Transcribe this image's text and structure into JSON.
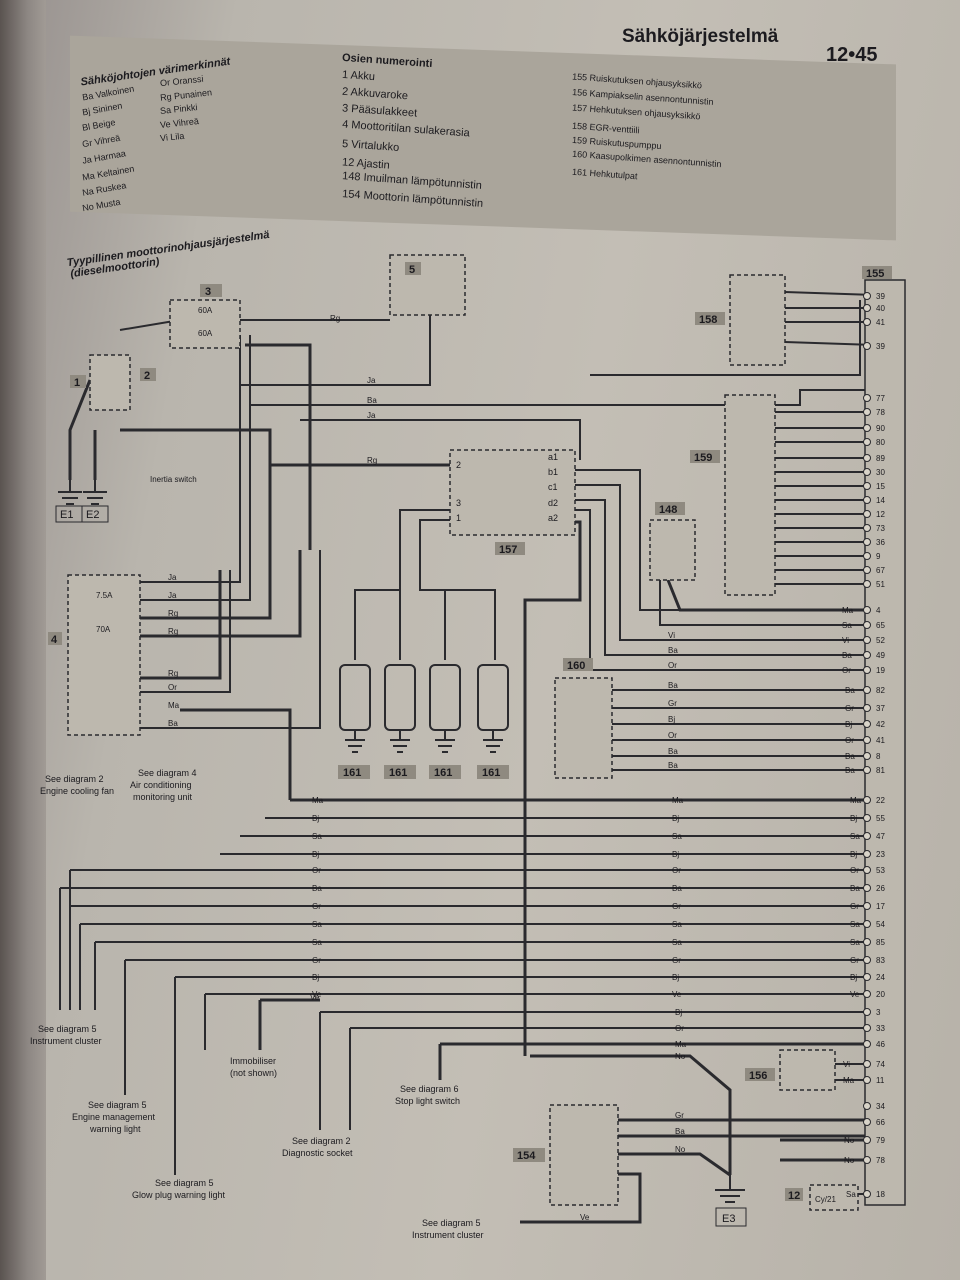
{
  "header": {
    "title": "Sähköjärjestelmä",
    "page": "12•45"
  },
  "color_legend": {
    "title": "Sähköjohtojen värimerkinnät",
    "items": [
      "Ba Valkoinen",
      "Bj Sininen",
      "Bl Beige",
      "Gr Vihreä",
      "Ja Harmaa",
      "Ma Keltainen",
      "Na Ruskea",
      "No Musta",
      "Or Oranssi",
      "Rg Punainen",
      "Sa Pinkki",
      "Ve Vihreä",
      "Vi Lila"
    ]
  },
  "components_legend": {
    "title": "Osien numerointi",
    "col1": [
      "1 Akku",
      "2 Akkuvaroke",
      "3 Pääsulakkeet",
      "4 Moottoritilan sulakerasia",
      "5 Virtalukko",
      "12 Ajastin",
      "148 Imuilman lämpötunnistin",
      "154 Moottorin lämpötunnistin"
    ],
    "col2": [
      "155 Ruiskutuksen ohjausyksikkö",
      "156 Kampiakselin asennontunnistin",
      "157 Hehkutuksen ohjausyksikkö",
      "158 EGR-venttiili",
      "159 Ruiskutuspumppu",
      "160 Kaasupolkimen asennontunnistin",
      "161 Hehkutulpat"
    ]
  },
  "diagram": {
    "title": "Tyypillinen moottorinohjausjärjestelmä",
    "subtitle": "(dieselmoottorin)",
    "ids": {
      "c1": "1",
      "c2": "2",
      "c3": "3",
      "c4": "4",
      "c5": "5",
      "c155": "155",
      "c157": "157",
      "c158": "158",
      "c159": "159",
      "c148": "148",
      "c160": "160",
      "c161": "161",
      "c156": "156",
      "c154": "154",
      "c12": "12"
    },
    "grounds": [
      "E1",
      "E2",
      "E3"
    ],
    "fuse1": "60A",
    "fuse2": "60A",
    "fuse4a": "7.5A",
    "fuse4b": "70A",
    "cy": "Cy/21",
    "annotations": {
      "inertia": "Inertia switch",
      "d2a": "See diagram 2",
      "d2b": "Engine cooling fan",
      "d4a": "See diagram 4",
      "d4b": "Air conditioning",
      "d4c": "monitoring unit",
      "d5a": "See diagram 5",
      "d5b": "Instrument cluster",
      "imm1": "Immobiliser",
      "imm2": "(not shown)",
      "em1": "See diagram 5",
      "em2": "Engine management",
      "em3": "warning light",
      "ds1": "See diagram 2",
      "ds2": "Diagnostic socket",
      "sl1": "See diagram 6",
      "sl2": "Stop light switch",
      "gp1": "See diagram 5",
      "gp2": "Glow plug warning light",
      "ic1": "See diagram 5",
      "ic2": "Instrument cluster"
    },
    "pins_155": [
      "39",
      "40",
      "41",
      "39",
      "77",
      "78",
      "90",
      "80",
      "89",
      "30",
      "15",
      "14",
      "12",
      "73",
      "36",
      "9",
      "67",
      "51",
      "4",
      "65",
      "52",
      "49",
      "19",
      "82",
      "37",
      "42",
      "41",
      "8",
      "81",
      "22",
      "55",
      "47",
      "23",
      "53",
      "26",
      "17",
      "54",
      "85",
      "83",
      "24",
      "20",
      "3",
      "33",
      "46",
      "74",
      "11",
      "34",
      "66",
      "79",
      "78",
      "18"
    ],
    "wires": {
      "rg": "Rg",
      "ja": "Ja",
      "ba": "Ba",
      "or": "Or",
      "ma": "Ma",
      "bj": "Bj",
      "sa": "Sa",
      "gr": "Gr",
      "ve": "Ve",
      "vi": "Vi",
      "no": "No"
    },
    "pin157": [
      "a1",
      "b1",
      "c1",
      "d2",
      "a2",
      "2",
      "3",
      "1"
    ]
  }
}
